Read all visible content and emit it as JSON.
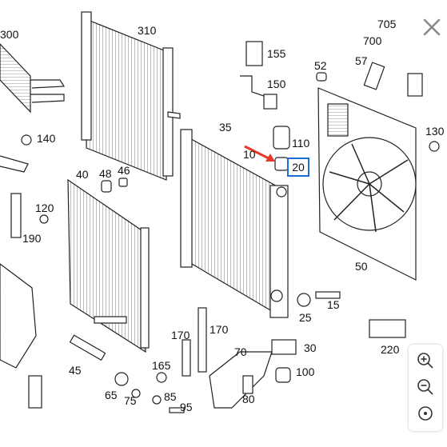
{
  "diagram": {
    "highlight_color": "#1a6fd1",
    "arrow_color": "#e53a2a",
    "highlighted_part": "20",
    "labels": [
      "300",
      "310",
      "140",
      "40",
      "48",
      "46",
      "120",
      "190",
      "45",
      "65",
      "75",
      "165",
      "85",
      "95",
      "170",
      "170",
      "70",
      "80",
      "100",
      "30",
      "110",
      "35",
      "10",
      "150",
      "155",
      "52",
      "57",
      "700",
      "705",
      "130",
      "15",
      "25",
      "50",
      "220"
    ]
  },
  "controls": {
    "close": "close-icon",
    "zoom_in": "zoom-in-icon",
    "zoom_out": "zoom-out-icon",
    "reset": "reset-view-icon"
  }
}
